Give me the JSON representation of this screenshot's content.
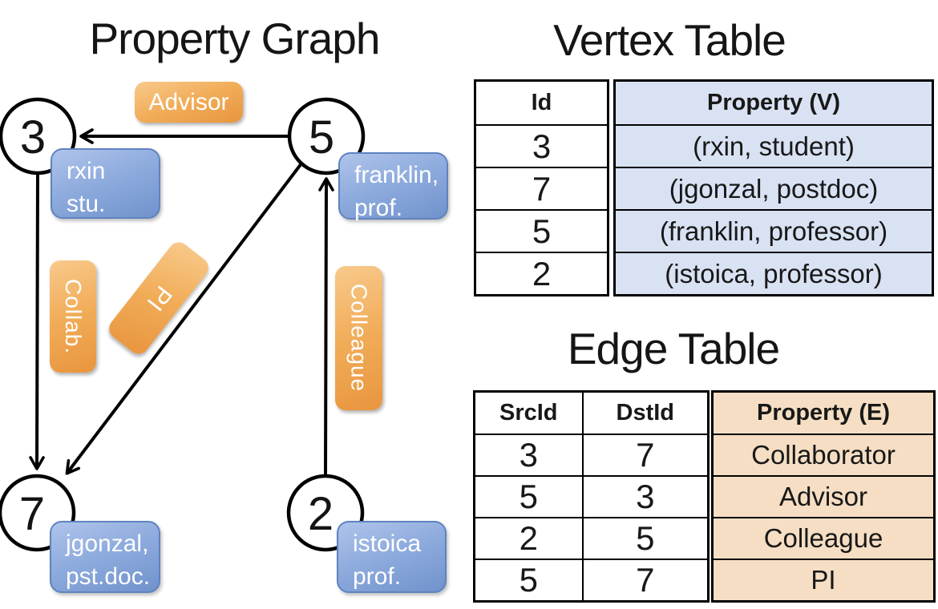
{
  "left": {
    "title": "Property Graph",
    "nodes": [
      {
        "id": "3",
        "line1": "rxin",
        "line2": "stu."
      },
      {
        "id": "5",
        "line1": "franklin,",
        "line2": "prof."
      },
      {
        "id": "7",
        "line1": "jgonzal,",
        "line2": "pst.doc."
      },
      {
        "id": "2",
        "line1": "istoica",
        "line2": "prof."
      }
    ],
    "edges": [
      {
        "label": "Advisor",
        "from": "5",
        "to": "3"
      },
      {
        "label": "Collab.",
        "from": "3",
        "to": "7"
      },
      {
        "label": "PI",
        "from": "5",
        "to": "7"
      },
      {
        "label": "Colleague",
        "from": "2",
        "to": "5"
      }
    ]
  },
  "vertex_table": {
    "title": "Vertex Table",
    "headers": {
      "id": "Id",
      "property": "Property (V)"
    },
    "rows": [
      {
        "id": "3",
        "property": "(rxin, student)"
      },
      {
        "id": "7",
        "property": "(jgonzal, postdoc)"
      },
      {
        "id": "5",
        "property": "(franklin, professor)"
      },
      {
        "id": "2",
        "property": "(istoica, professor)"
      }
    ]
  },
  "edge_table": {
    "title": "Edge Table",
    "headers": {
      "src": "SrcId",
      "dst": "DstId",
      "property": "Property (E)"
    },
    "rows": [
      {
        "src": "3",
        "dst": "7",
        "property": "Collaborator"
      },
      {
        "src": "5",
        "dst": "3",
        "property": "Advisor"
      },
      {
        "src": "2",
        "dst": "5",
        "property": "Colleague"
      },
      {
        "src": "5",
        "dst": "7",
        "property": "PI"
      }
    ]
  },
  "colors": {
    "node_box_top": "#AFC4EA",
    "node_box_bottom": "#7092CC",
    "node_box_border": "#5F83C0",
    "edge_label_top": "#F8CA8C",
    "edge_label_bottom": "#E9953E",
    "vertex_property_fill": "#D9E2F3",
    "edge_property_fill": "#F5DEC3",
    "line": "#000000",
    "text_on_boxes": "#FFFFFF"
  }
}
